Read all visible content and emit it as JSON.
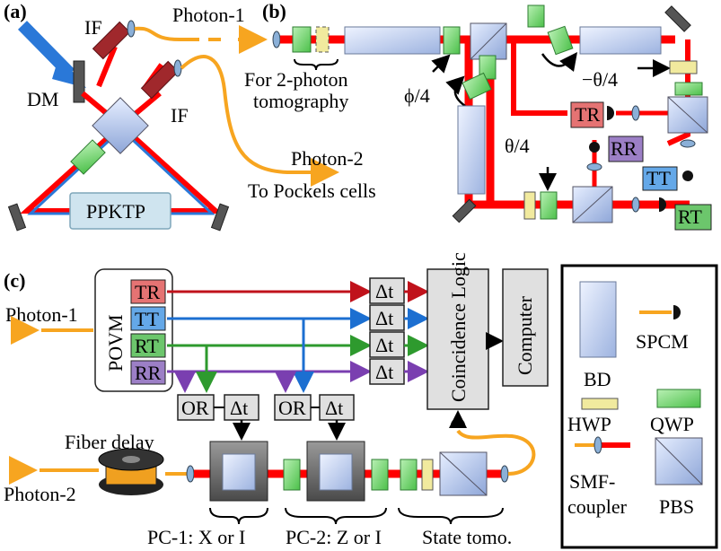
{
  "panel_a": {
    "tag": "(a)",
    "photon1": "Photon-1",
    "photon2": "Photon-2",
    "to_pockels": "To Pockels cells",
    "if_top": "IF",
    "if_mid": "IF",
    "dm": "DM",
    "crystal": "PPKTP"
  },
  "panel_b": {
    "tag": "(b)",
    "tomo_line1": "For 2-photon",
    "tomo_line2": "tomography",
    "phi": "ϕ/4",
    "theta": "θ/4",
    "neg_theta": "−θ/4",
    "outputs": [
      {
        "label": "TR",
        "color": "#e57373"
      },
      {
        "label": "RR",
        "color": "#9c7fc6"
      },
      {
        "label": "TT",
        "color": "#64a8e8"
      },
      {
        "label": "RT",
        "color": "#6cc66c"
      }
    ]
  },
  "panel_c": {
    "tag": "(c)",
    "photon1": "Photon-1",
    "photon2": "Photon-2",
    "povm": "POVM",
    "channels": [
      {
        "label": "TR",
        "color": "#e57373",
        "line": "#c0121b"
      },
      {
        "label": "TT",
        "color": "#64a8e8",
        "line": "#1c6fd1"
      },
      {
        "label": "RT",
        "color": "#6cc66c",
        "line": "#2e9a2e"
      },
      {
        "label": "RR",
        "color": "#9c7fc6",
        "line": "#7a3fb0"
      }
    ],
    "delta": "Δt",
    "or": "OR",
    "coincidence": "Coincidence Logic",
    "computer": "Computer",
    "fiber_delay": "Fiber delay",
    "pc1": "PC-1: X or I",
    "pc2": "PC-2: Z or I",
    "state_tomo": "State tomo."
  },
  "legend": {
    "bd": "BD",
    "spcm": "SPCM",
    "hwp": "HWP",
    "qwp": "QWP",
    "smf1": "SMF-",
    "smf2": "coupler",
    "pbs": "PBS"
  }
}
